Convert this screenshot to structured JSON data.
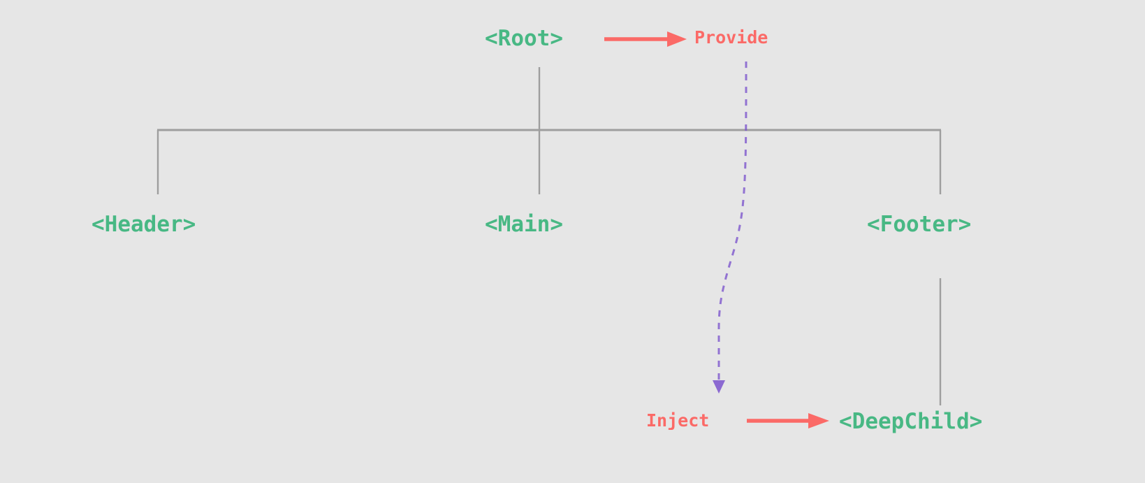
{
  "diagram": {
    "title": "Component tree with provide / inject dependency flow",
    "background_color": "#e6e6e6",
    "node_color": "#48b884",
    "flow_color": "#fb6a67",
    "tree_line_color": "#9e9e9e",
    "inject_curve_color": "#7a52cc",
    "nodes": {
      "root": "<Root>",
      "header": "<Header>",
      "main": "<Main>",
      "footer": "<Footer>",
      "deep_child": "<DeepChild>"
    },
    "flows": {
      "provide": "Provide",
      "inject": "Inject"
    },
    "edges": [
      {
        "from": "<Root>",
        "to": "<Header>",
        "style": "solid"
      },
      {
        "from": "<Root>",
        "to": "<Main>",
        "style": "solid"
      },
      {
        "from": "<Root>",
        "to": "<Footer>",
        "style": "solid"
      },
      {
        "from": "<Footer>",
        "to": "<DeepChild>",
        "style": "solid"
      },
      {
        "from": "Provide",
        "to": "Inject",
        "style": "dashed-curved-arrow"
      },
      {
        "from": "<Root>",
        "to": "Provide",
        "style": "solid-arrow"
      },
      {
        "from": "Inject",
        "to": "<DeepChild>",
        "style": "solid-arrow"
      }
    ]
  }
}
